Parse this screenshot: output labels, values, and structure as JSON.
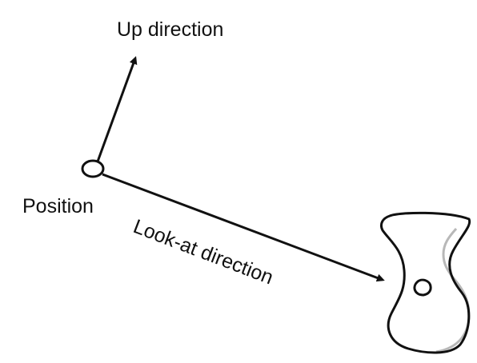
{
  "labels": {
    "up_direction": "Up direction",
    "position": "Position",
    "look_at_direction": "Look-at direction"
  },
  "colors": {
    "stroke": "#111111",
    "object_shadow": "#b8b8b8",
    "background": "#ffffff"
  }
}
